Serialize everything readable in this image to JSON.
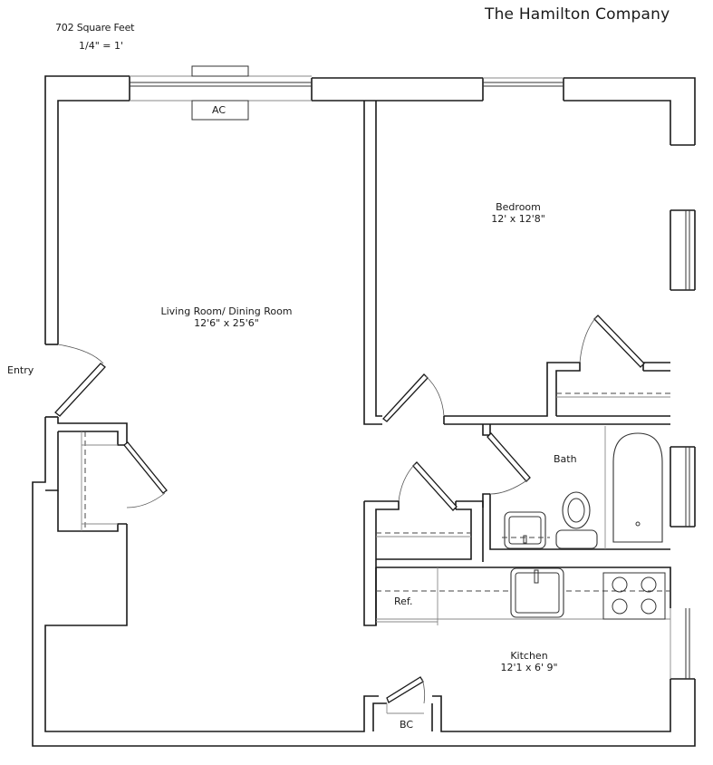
{
  "header": {
    "area": "702 Square Feet",
    "scale": "1/4\" = 1'",
    "company": "The Hamilton Company"
  },
  "rooms": {
    "living": {
      "name": "Living Room/ Dining Room",
      "dims": "12'6\" x 25'6\""
    },
    "bedroom": {
      "name": "Bedroom",
      "dims": "12' x 12'8\""
    },
    "bath": {
      "name": "Bath"
    },
    "kitchen": {
      "name": "Kitchen",
      "dims": "12'1 x 6' 9\""
    }
  },
  "fixtures": {
    "ac": "AC",
    "refrigerator": "Ref.",
    "broom_closet": "BC"
  },
  "entry": "Entry",
  "icons": {
    "doors": "door-swing-icon",
    "windows": "window-icon",
    "sink": "sink-icon",
    "toilet": "toilet-icon",
    "bathtub": "bathtub-icon",
    "stove": "stove-icon"
  },
  "colors": {
    "line": "#1a1a1a",
    "background": "#ffffff"
  }
}
